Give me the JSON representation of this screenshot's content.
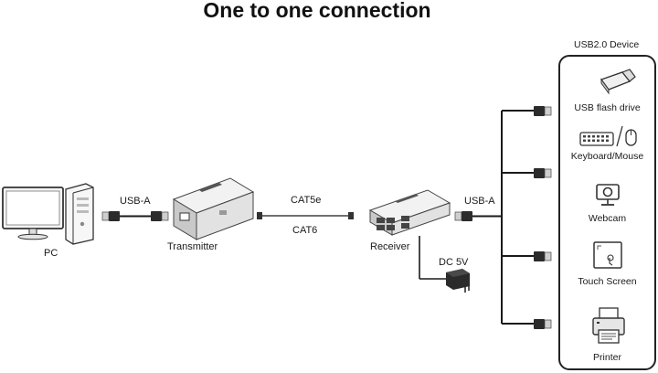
{
  "title": "One to one connection",
  "left": {
    "pc_label": "PC",
    "usb_label": "USB-A",
    "transmitter_label": "Transmitter"
  },
  "cable": {
    "top_label": "CAT5e",
    "bottom_label": "CAT6"
  },
  "right": {
    "receiver_label": "Receiver",
    "usb_label": "USB-A",
    "power_label": "DC 5V"
  },
  "devices": {
    "header": "USB2.0 Device",
    "items": [
      {
        "label": "USB flash drive",
        "icon": "usb-flash-drive-icon"
      },
      {
        "label": "Keyboard/Mouse",
        "icon": "keyboard-mouse-icon"
      },
      {
        "label": "Webcam",
        "icon": "webcam-icon"
      },
      {
        "label": "Touch Screen",
        "icon": "touch-screen-icon"
      },
      {
        "label": "Printer",
        "icon": "printer-icon"
      }
    ]
  },
  "colors": {
    "line": "#1a1a1a",
    "plug_body": "#2b2b2b",
    "device_grey": "#e6e6e6"
  }
}
